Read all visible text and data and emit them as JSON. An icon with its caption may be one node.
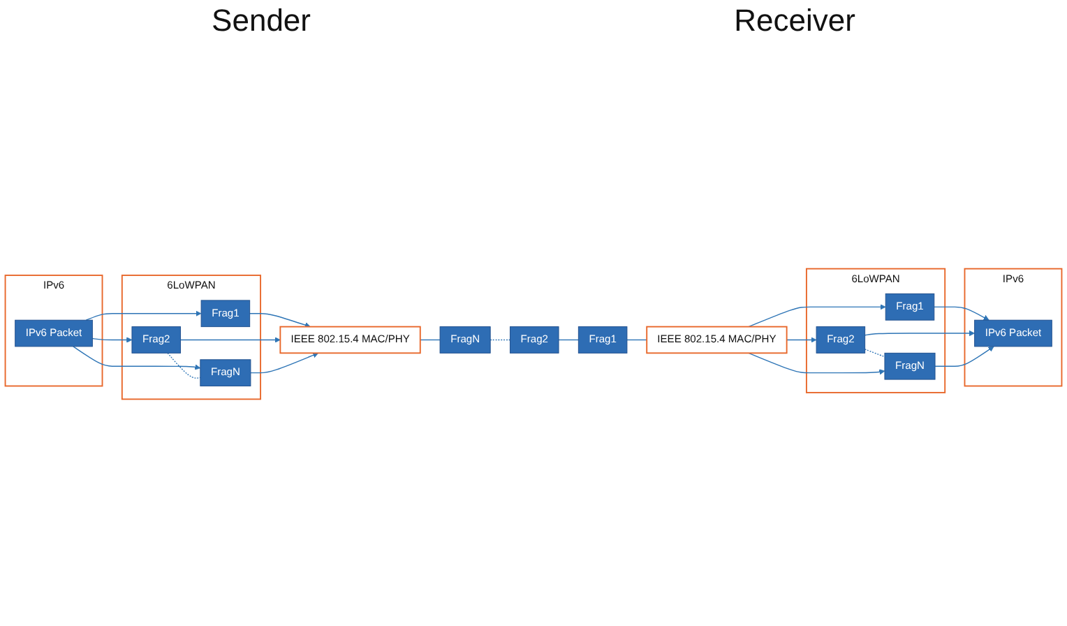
{
  "diagram": {
    "nodes": [
      {
        "text": [
          "IPv6"
        ]
      },
      {
        "text": [
          "IPv6 Packet"
        ],
        "in": 0
      },
      {
        "text": [
          "6LoWPAN"
        ]
      },
      {
        "text": [
          "Frag1"
        ],
        "in": 2
      },
      {
        "text": [
          "Frag2"
        ],
        "in": 2
      },
      {
        "text": [
          "FragN"
        ],
        "in": 2
      },
      {
        "text": [
          "IEEE 802.15.4 MAC/PHY"
        ]
      },
      {
        "text": [
          "IPv6"
        ]
      },
      {
        "text": [
          "IPv6 Packet"
        ],
        "in": 7
      },
      {
        "text": [
          "6LoWPAN"
        ]
      },
      {
        "text": [
          "Frag1"
        ],
        "in": 9
      },
      {
        "text": [
          "Frag2"
        ],
        "in": 9
      },
      {
        "text": [
          "FragN"
        ],
        "in": 9
      },
      {
        "text": [
          "IEEE 802.15.4 MAC/PHY"
        ]
      },
      {
        "text": [
          "FragN"
        ]
      },
      {
        "text": [
          "Frag2"
        ]
      },
      {
        "text": [
          "Frag1"
        ]
      }
    ],
    "edges": [
      {
        "from": 1,
        "to": 3,
        "arrow": "to"
      },
      {
        "from": 1,
        "to": 4,
        "arrow": "to"
      },
      {
        "from": 1,
        "to": 5,
        "arrow": "to"
      },
      {
        "from": 4,
        "to": 5,
        "arrow": "none",
        "style": "dashed"
      },
      {
        "from": 3,
        "to": 6,
        "arrow": "to"
      },
      {
        "from": 4,
        "to": 6,
        "arrow": "to"
      },
      {
        "from": 5,
        "to": 6,
        "arrow": "to"
      },
      {
        "from": 10,
        "to": 8,
        "arrow": "to"
      },
      {
        "from": 11,
        "to": 8,
        "arrow": "to"
      },
      {
        "from": 12,
        "to": 8,
        "arrow": "to"
      },
      {
        "from": 11,
        "to": 12,
        "arrow": "none",
        "style": "dashed"
      },
      {
        "from": 13,
        "to": 10,
        "arrow": "to"
      },
      {
        "from": 13,
        "to": 11,
        "arrow": "to"
      },
      {
        "from": 13,
        "to": 12,
        "arrow": "to"
      },
      {
        "from": 6,
        "to": 14,
        "arrow": "none"
      },
      {
        "from": 14,
        "to": 15,
        "arrow": "none",
        "style": "dashed"
      },
      {
        "from": 15,
        "to": 16,
        "arrow": "none"
      },
      {
        "from": 16,
        "to": 13,
        "arrow": "none"
      }
    ],
    "labels": [
      "Sender",
      "Receiver"
    ]
  }
}
